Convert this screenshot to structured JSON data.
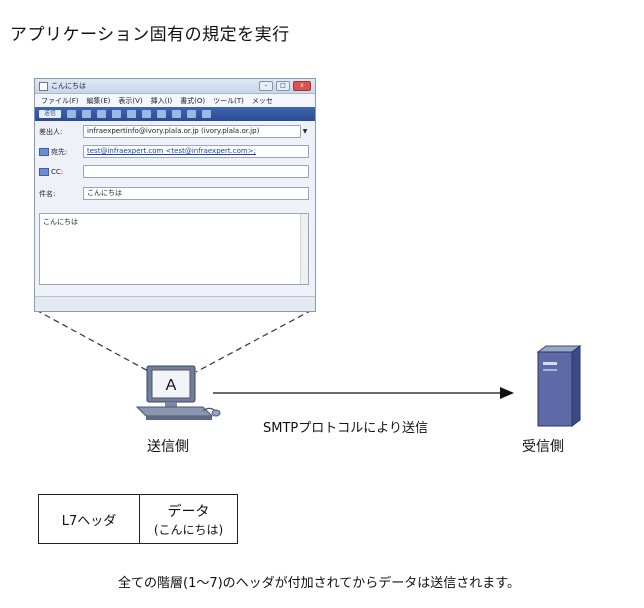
{
  "title": "アプリケーション固有の規定を実行",
  "mail_window": {
    "window_title": "こんにちは",
    "menu": [
      "ファイル(F)",
      "編集(E)",
      "表示(V)",
      "挿入(I)",
      "書式(O)",
      "ツール(T)",
      "メッセ"
    ],
    "send_label": "送信",
    "from_label": "差出人:",
    "from_value": "infraexpertinfo@ivory.plala.or.jp (ivory.plala.or.jp)",
    "to_label": "宛先:",
    "to_value": "test@infraexpert.com <test@infraexpert.com>;",
    "cc_label": "CC:",
    "cc_value": "",
    "subject_label": "件名:",
    "subject_value": "こんにちは",
    "body_text": "こんにちは"
  },
  "sender": {
    "pc_letter": "A",
    "label": "送信側"
  },
  "receiver": {
    "label": "受信側"
  },
  "protocol_label": "SMTPプロトコルにより送信",
  "packet": {
    "header": "L7ヘッダ",
    "data_title": "データ",
    "data_sub": "(こんにちは)"
  },
  "note": "全ての階層(1～7)のヘッダが付加されてからデータは送信されます。"
}
